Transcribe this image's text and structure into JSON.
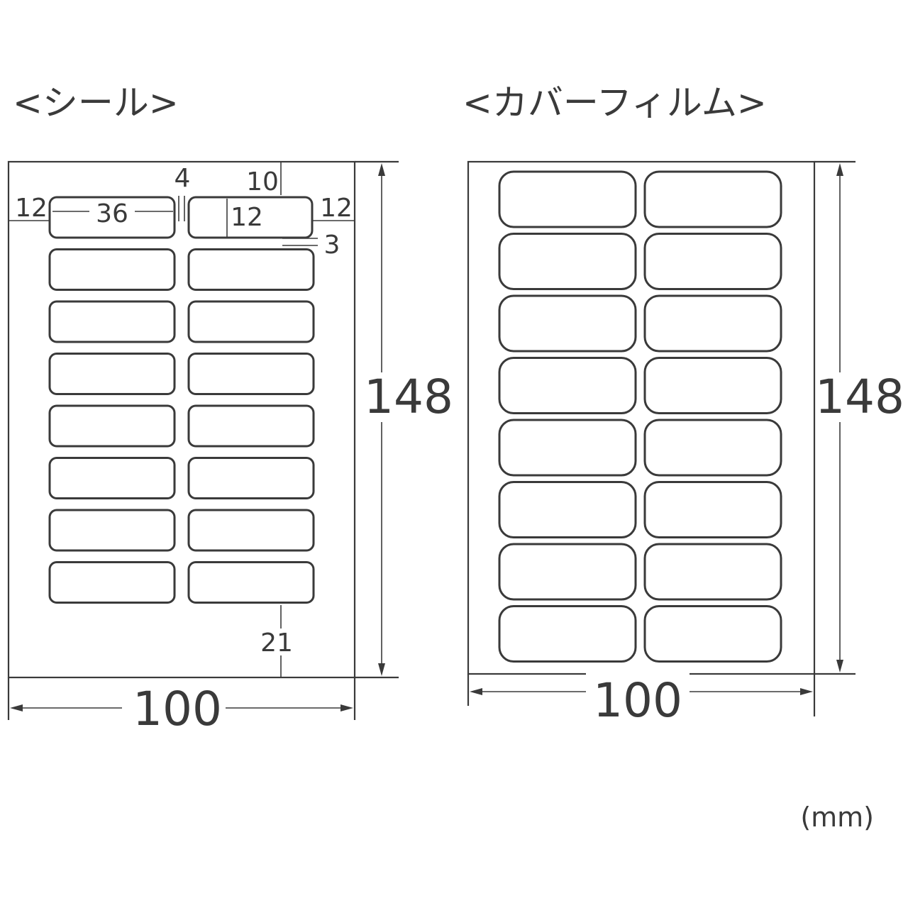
{
  "seal": {
    "title": "<シール>",
    "rows": 8,
    "cols": 2,
    "dims": {
      "height": "148",
      "width": "100",
      "margin_left": "12",
      "label_width": "36",
      "gap_h": "4",
      "offset_top": "10",
      "label_height": "12",
      "margin_right": "12",
      "gap_v": "3",
      "margin_bottom": "21"
    }
  },
  "cover_film": {
    "title": "<カバーフィルム>",
    "rows": 8,
    "cols": 2,
    "dims": {
      "height": "148",
      "width": "100"
    }
  },
  "unit": "(mm)"
}
